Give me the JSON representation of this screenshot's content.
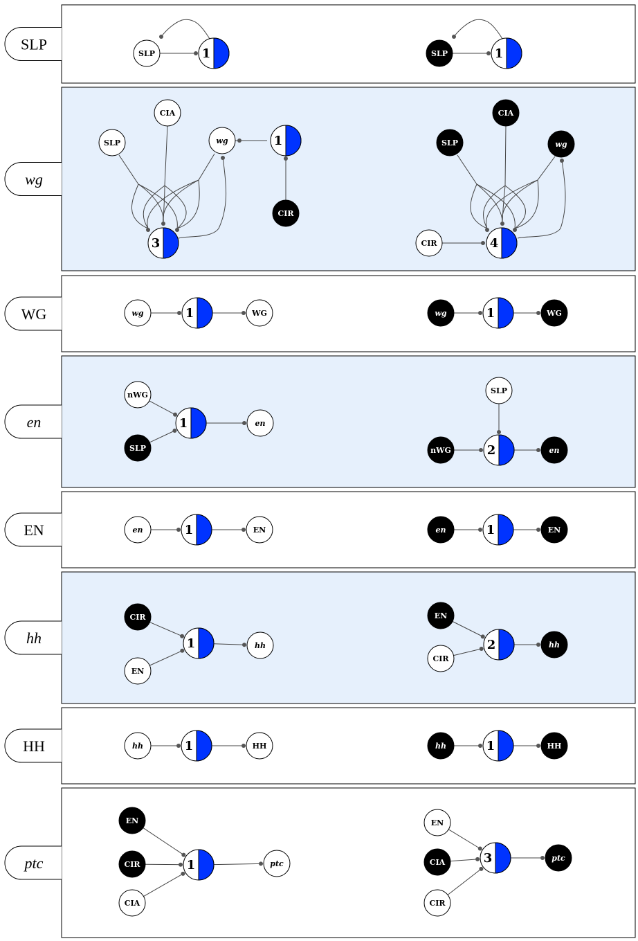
{
  "colors": {
    "panel_light": "#ffffff",
    "panel_shaded": "#e6f0fc",
    "gate_blue": "#0033ff",
    "node_black": "#000000"
  },
  "rows": [
    {
      "label": "SLP",
      "italic": false,
      "shaded": false,
      "left": {
        "gate": "1",
        "nodes": [
          {
            "id": "a",
            "text": "SLP",
            "fill": "white"
          }
        ],
        "edges": [
          [
            "a",
            "g"
          ],
          [
            "g",
            "a"
          ]
        ]
      },
      "right": {
        "gate": "1",
        "nodes": [
          {
            "id": "a",
            "text": "SLP",
            "fill": "black"
          }
        ],
        "edges": [
          [
            "a",
            "g"
          ],
          [
            "g",
            "a"
          ]
        ]
      }
    },
    {
      "label": "wg",
      "italic": true,
      "shaded": true,
      "left": {
        "gates": [
          "3",
          "1"
        ],
        "nodes": [
          {
            "id": "slp",
            "text": "SLP",
            "fill": "white"
          },
          {
            "id": "cia",
            "text": "CIA",
            "fill": "white"
          },
          {
            "id": "wg",
            "text": "wg",
            "fill": "white",
            "italic": true
          },
          {
            "id": "cir",
            "text": "CIR",
            "fill": "black"
          }
        ]
      },
      "right": {
        "gate": "4",
        "nodes": [
          {
            "id": "slp",
            "text": "SLP",
            "fill": "black"
          },
          {
            "id": "cia",
            "text": "CIA",
            "fill": "black"
          },
          {
            "id": "wg",
            "text": "wg",
            "fill": "black",
            "italic": true
          },
          {
            "id": "cir",
            "text": "CIR",
            "fill": "white"
          }
        ]
      }
    },
    {
      "label": "WG",
      "italic": false,
      "shaded": false,
      "left": {
        "gate": "1",
        "in": [
          {
            "text": "wg",
            "fill": "white",
            "italic": true
          }
        ],
        "out": {
          "text": "WG",
          "fill": "white"
        }
      },
      "right": {
        "gate": "1",
        "in": [
          {
            "text": "wg",
            "fill": "black",
            "italic": true
          }
        ],
        "out": {
          "text": "WG",
          "fill": "black"
        }
      }
    },
    {
      "label": "en",
      "italic": true,
      "shaded": true,
      "left": {
        "gate": "1",
        "in": [
          {
            "text": "nWG",
            "fill": "white"
          },
          {
            "text": "SLP",
            "fill": "black"
          }
        ],
        "out": {
          "text": "en",
          "fill": "white",
          "italic": true
        }
      },
      "right": {
        "gate": "2",
        "in": [
          {
            "text": "SLP",
            "fill": "white"
          },
          {
            "text": "nWG",
            "fill": "black"
          }
        ],
        "out": {
          "text": "en",
          "fill": "black",
          "italic": true
        }
      }
    },
    {
      "label": "EN",
      "italic": false,
      "shaded": false,
      "left": {
        "gate": "1",
        "in": [
          {
            "text": "en",
            "fill": "white",
            "italic": true
          }
        ],
        "out": {
          "text": "EN",
          "fill": "white"
        }
      },
      "right": {
        "gate": "1",
        "in": [
          {
            "text": "en",
            "fill": "black",
            "italic": true
          }
        ],
        "out": {
          "text": "EN",
          "fill": "black"
        }
      }
    },
    {
      "label": "hh",
      "italic": true,
      "shaded": true,
      "left": {
        "gate": "1",
        "in": [
          {
            "text": "CIR",
            "fill": "black"
          },
          {
            "text": "EN",
            "fill": "white"
          }
        ],
        "out": {
          "text": "hh",
          "fill": "white",
          "italic": true
        }
      },
      "right": {
        "gate": "2",
        "in": [
          {
            "text": "EN",
            "fill": "black"
          },
          {
            "text": "CIR",
            "fill": "white"
          }
        ],
        "out": {
          "text": "hh",
          "fill": "black",
          "italic": true
        }
      }
    },
    {
      "label": "HH",
      "italic": false,
      "shaded": false,
      "left": {
        "gate": "1",
        "in": [
          {
            "text": "hh",
            "fill": "white",
            "italic": true
          }
        ],
        "out": {
          "text": "HH",
          "fill": "white"
        }
      },
      "right": {
        "gate": "1",
        "in": [
          {
            "text": "hh",
            "fill": "black",
            "italic": true
          }
        ],
        "out": {
          "text": "HH",
          "fill": "black"
        }
      }
    },
    {
      "label": "ptc",
      "italic": true,
      "shaded": false,
      "left": {
        "gate": "1",
        "in": [
          {
            "text": "EN",
            "fill": "black"
          },
          {
            "text": "CIR",
            "fill": "black"
          },
          {
            "text": "CIA",
            "fill": "white"
          }
        ],
        "out": {
          "text": "ptc",
          "fill": "white",
          "italic": true
        }
      },
      "right": {
        "gate": "3",
        "in": [
          {
            "text": "EN",
            "fill": "white"
          },
          {
            "text": "CIA",
            "fill": "black"
          },
          {
            "text": "CIR",
            "fill": "white"
          }
        ],
        "out": {
          "text": "ptc",
          "fill": "black",
          "italic": true
        }
      }
    }
  ]
}
